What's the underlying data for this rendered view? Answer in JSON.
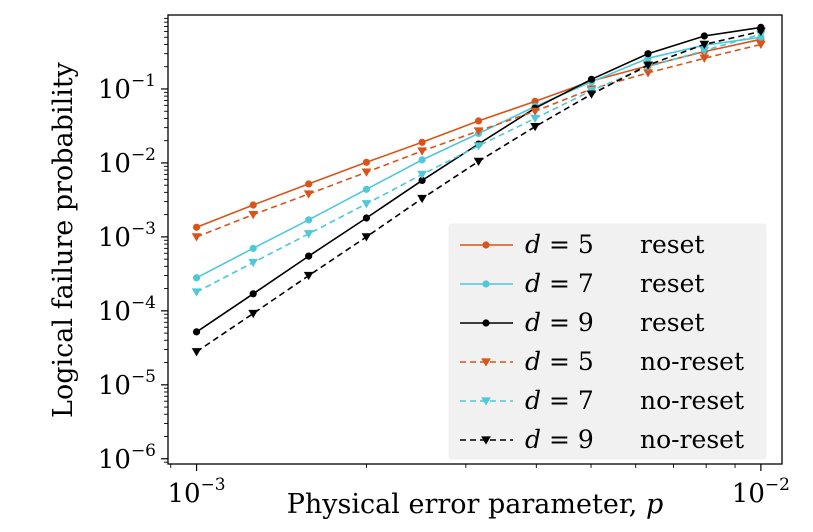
{
  "chart_data": {
    "type": "line",
    "xlabel": "Physical error parameter, p",
    "ylabel": "Logical failure probability",
    "xscale": "log",
    "yscale": "log",
    "xlim": [
      0.00089,
      0.0109
    ],
    "ylim": [
      8.5e-07,
      1.0
    ],
    "xticks": [
      {
        "value": 0.001,
        "base": "10",
        "exp": "−3"
      },
      {
        "value": 0.01,
        "base": "10",
        "exp": "−2"
      }
    ],
    "yticks": [
      {
        "value": 0.1,
        "base": "10",
        "exp": "−1"
      },
      {
        "value": 0.01,
        "base": "10",
        "exp": "−2"
      },
      {
        "value": 0.001,
        "base": "10",
        "exp": "−3"
      },
      {
        "value": 0.0001,
        "base": "10",
        "exp": "−4"
      },
      {
        "value": 1e-05,
        "base": "10",
        "exp": "−5"
      },
      {
        "value": 1e-06,
        "base": "10",
        "exp": "−6"
      }
    ],
    "x": [
      0.001,
      0.00126,
      0.00158,
      0.002,
      0.00251,
      0.00316,
      0.00398,
      0.00501,
      0.00631,
      0.00794,
      0.01
    ],
    "series": [
      {
        "name": "d = 5 reset",
        "d_label": "d = 5",
        "mode": "reset",
        "color": "#d9541a",
        "dash": false,
        "marker": "circle",
        "values": [
          0.00135,
          0.0027,
          0.0052,
          0.0102,
          0.019,
          0.037,
          0.068,
          0.128,
          0.205,
          0.32,
          0.47
        ]
      },
      {
        "name": "d = 7 reset",
        "d_label": "d = 7",
        "mode": "reset",
        "color": "#4fc8d8",
        "dash": false,
        "marker": "circle",
        "values": [
          0.00028,
          0.0007,
          0.0017,
          0.0044,
          0.011,
          0.025,
          0.058,
          0.125,
          0.26,
          0.39,
          0.5
        ]
      },
      {
        "name": "d = 9 reset",
        "d_label": "d = 9",
        "mode": "reset",
        "color": "#000000",
        "dash": false,
        "marker": "circle",
        "values": [
          5.2e-05,
          0.00017,
          0.00055,
          0.0018,
          0.0058,
          0.018,
          0.055,
          0.135,
          0.3,
          0.52,
          0.68
        ]
      },
      {
        "name": "d = 5 no-reset",
        "d_label": "d = 5",
        "mode": "no-reset",
        "color": "#d9541a",
        "dash": true,
        "marker": "triangle-down",
        "values": [
          0.001,
          0.002,
          0.0038,
          0.0075,
          0.0145,
          0.027,
          0.05,
          0.1,
          0.165,
          0.26,
          0.4
        ]
      },
      {
        "name": "d = 7 no-reset",
        "d_label": "d = 7",
        "mode": "no-reset",
        "color": "#4fc8d8",
        "dash": true,
        "marker": "triangle-down",
        "values": [
          0.00018,
          0.00045,
          0.0011,
          0.0028,
          0.007,
          0.017,
          0.04,
          0.095,
          0.2,
          0.33,
          0.55
        ]
      },
      {
        "name": "d = 9 no-reset",
        "d_label": "d = 9",
        "mode": "no-reset",
        "color": "#000000",
        "dash": true,
        "marker": "triangle-down",
        "values": [
          2.8e-05,
          9.2e-05,
          0.0003,
          0.001,
          0.0033,
          0.0105,
          0.031,
          0.085,
          0.21,
          0.4,
          0.6
        ]
      }
    ],
    "legend": {
      "placement": "lower-right",
      "frame_color": "#f0f0f0"
    },
    "grid": false
  }
}
